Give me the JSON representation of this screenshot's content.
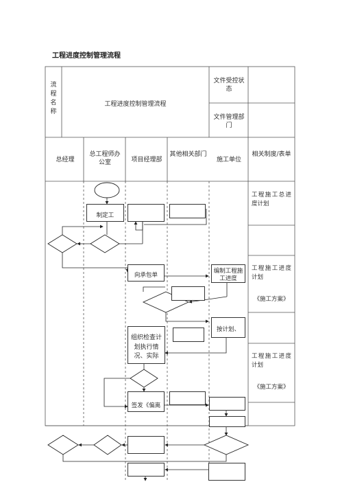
{
  "doc_title": "工程进度控制管理流程",
  "header": {
    "name_label_chars": [
      "流",
      "程",
      "名",
      "称"
    ],
    "process_name": "工程进度控制管理流程",
    "doc_status_label": "文件受控状态",
    "doc_dept_label": "文件管理部门"
  },
  "columns": [
    "总经理",
    "总工程师办公室",
    "项目经理部",
    "其他相关部门",
    "施工单位",
    "相关制度/表单"
  ],
  "boxes": {
    "draft": "制定工",
    "issue_to": "向承包单",
    "compile_plan": "编制工程施工进度",
    "by_plan": "按计划、",
    "organize_check": "组织检查计划执行情况、实际",
    "issue_deviation": "签发《偏离"
  },
  "notes": {
    "n1": "工程施工总进度计划",
    "n2a": "工程施工进度计划",
    "n2b": "《施工方案》",
    "n3a": "工程施工进度计划",
    "n3b": "《施工方案》"
  }
}
